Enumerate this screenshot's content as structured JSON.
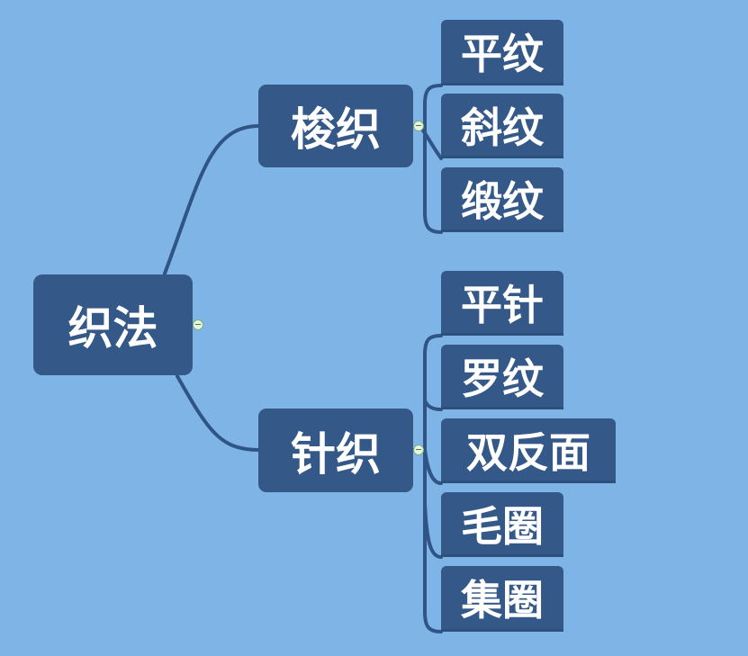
{
  "mindmap": {
    "root": {
      "label": "织法"
    },
    "branches": [
      {
        "label": "梭织",
        "children": [
          "平纹",
          "斜纹",
          "缎纹"
        ]
      },
      {
        "label": "针织",
        "children": [
          "平针",
          "罗纹",
          "双反面",
          "毛圈",
          "集圈"
        ]
      }
    ]
  },
  "colors": {
    "background": "#7eb5e6",
    "node_fill": "#345888",
    "node_text": "#ffffff",
    "connector": "#2f5485",
    "collapse_toggle": "#e8f4e4"
  }
}
